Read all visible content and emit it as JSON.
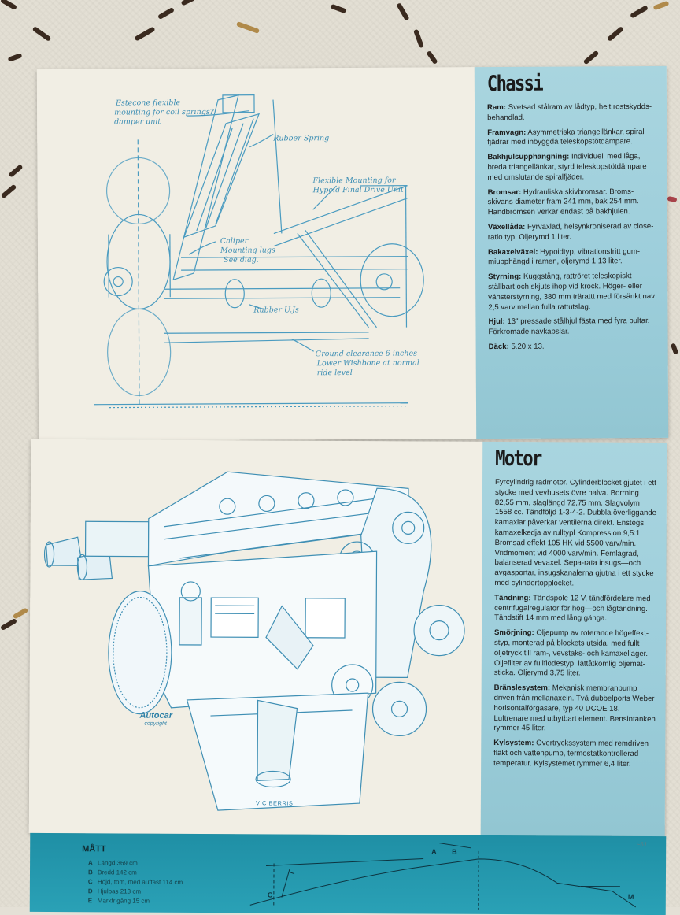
{
  "chassis": {
    "title": "Chassi",
    "specs": [
      {
        "label": "Ram:",
        "text": " Svetsad stålram av lådtyp, helt rostskydds-behandlad."
      },
      {
        "label": "Framvagn:",
        "text": " Asymmetriska triangellänkar, spiral-fjädrar med inbyggda teleskopstötdämpare."
      },
      {
        "label": "Bakhjulsupphängning:",
        "text": " Individuell med låga, breda triangellänkar, styrd teleskopstötdämpare med omslutande spiralfjäder."
      },
      {
        "label": "Bromsar:",
        "text": " Hydrauliska skivbromsar. Broms-skivans diameter fram 241 mm, bak 254 mm. Handbromsen verkar endast på bakhjulen."
      },
      {
        "label": "Växellåda:",
        "text": " Fyrväxlad, helsynkroniserad av close-ratio typ. Oljerymd 1 liter."
      },
      {
        "label": "Bakaxelväxel:",
        "text": " Hypoidtyp, vibrationsfritt gum-miupphängd i ramen, oljerymd 1,13 liter."
      },
      {
        "label": "Styrning:",
        "text": " Kuggstång, rattröret teleskopiskt ställbart och skjuts ihop vid krock. Höger- eller vänsterstyrning, 380 mm trärattt med försänkt nav. 2,5 varv mellan fulla rattutslag."
      },
      {
        "label": "Hjul:",
        "text": " 13\" pressade stålhjul fästa med fyra bultar. Förkromade navkapslar."
      },
      {
        "label": "Däck:",
        "text": " 5.20 x 13."
      }
    ],
    "sketch_notes": {
      "note1_l1": "Estecone flexible",
      "note1_l2": "mounting for coil springs?",
      "note1_l3": "damper unit",
      "note2": "Rubber Spring",
      "note3_l1": "Flexible Mounting for",
      "note3_l2": "Hypoid Final Drive Unit",
      "note4_l1": "Caliper",
      "note4_l2": "Mounting lugs",
      "note4_l3": "See diag.",
      "note5": "Rubber U.Js",
      "note6_l1": "Ground clearance 6 inches",
      "note6_l2": "Lower Wishbone at normal",
      "note6_l3": "ride level"
    }
  },
  "engine": {
    "title": "Motor",
    "intro": "Fyrcylindrig radmotor. Cylinderblocket gjutet i ett stycke med vevhusets övre halva. Borrning 82,55 mm, slaglängd 72,75 mm. Slagvolym 1558 cc. Tändföljd 1-3-4-2. Dubbla överliggande kamaxlar påverkar ventilerna direkt. Enstegs kamaxelkedja av rulltypl Kompression 9,5:1. Bromsad effekt 105 HK vid 5500 varv/min. Vridmoment vid 4000 varv/min. Femlagrad, balanserad vevaxel. Sepa-rata insugs—och avgasportar, insugskanalerna gjutna i ett stycke med cylindertopplocket.",
    "specs": [
      {
        "label": "Tändning:",
        "text": " Tändspole 12 V, tändfördelare med centrifugalregulator för hög—och lågtändning. Tändstift 14 mm med lång gänga."
      },
      {
        "label": "Smörjning:",
        "text": " Oljepump av roterande högeffekt-styp, monterad på blockets utsida, med fullt oljetryck till ram-, vevstaks- och kamaxellager. Oljefilter av fullflödestyp, lättåtkomlig oljemät-sticka. Oljerymd 3,75 liter."
      },
      {
        "label": "Bränslesystem:",
        "text": " Mekanisk membranpump driven från mellanaxeln. Två dubbelports Weber horisontalförgasare, typ 40 DCOE 18. Luftrenare med utbytbart element. Bensintanken rymmer 45 liter."
      },
      {
        "label": "Kylsystem:",
        "text": " Övertryckssystem med remdriven fläkt och vattenpump, termostatkontrollerad temperatur. Kylsystemet rymmer 6,4 liter."
      }
    ],
    "credit_brand": "Autocar",
    "credit_copy": "copyright",
    "artist": "VIC BERRIS"
  },
  "dimensions": {
    "title": "MÅTT",
    "items": [
      {
        "letter": "A",
        "text": "Längd 369 cm"
      },
      {
        "letter": "B",
        "text": "Bredd 142 cm"
      },
      {
        "letter": "C",
        "text": "Höjd, tom, med auffast 114 cm"
      },
      {
        "letter": "D",
        "text": "Hjulbas 213 cm"
      },
      {
        "letter": "E",
        "text": "Markfrigång 15 cm"
      }
    ],
    "marker_b": "B",
    "marker_c": "C",
    "marker_a": "A",
    "marker_m": "M",
    "page_mark": "~61"
  },
  "colors": {
    "panel": "#a9d5df",
    "paper": "#f1eee4",
    "ink": "#3f8fb4",
    "strip": "#1f8fa5"
  }
}
